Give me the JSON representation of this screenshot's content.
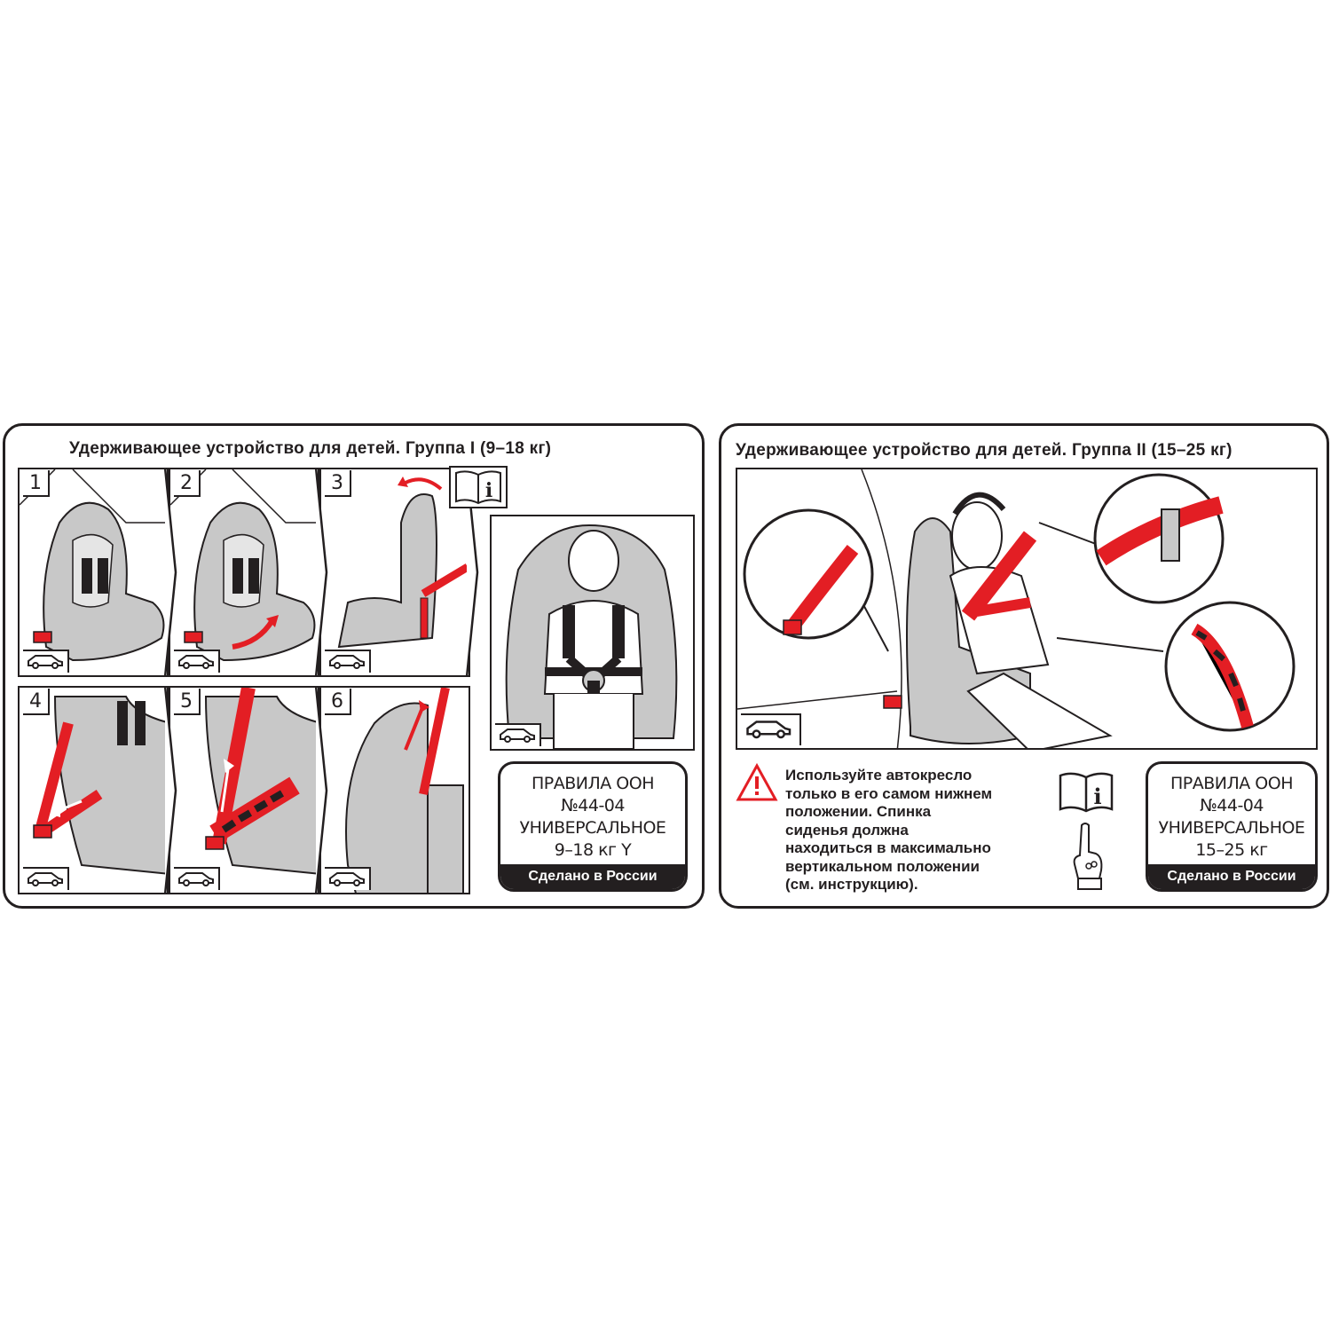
{
  "label_group1": {
    "title": "Удерживающее устройство для детей. Группа I (9–18 кг)",
    "steps": [
      "1",
      "2",
      "3",
      "4",
      "5",
      "6"
    ],
    "approval": {
      "line1": "ПРАВИЛА ООН",
      "line2": "№44-04",
      "line3": "УНИВЕРСАЛЬНОЕ",
      "line4": "9–18 кг Y",
      "made_in": "Сделано в России"
    }
  },
  "label_group2": {
    "title": "Удерживающее устройство для детей. Группа II (15–25 кг)",
    "warning": {
      "lines": [
        "Используйте автокресло",
        "только в его самом нижнем",
        "положении. Спинка",
        "сиденья должна",
        "находиться в максимально",
        "вертикальном положении",
        "(см. инструкцию)."
      ]
    },
    "approval": {
      "line1": "ПРАВИЛА ООН",
      "line2": "№44-04",
      "line3": "УНИВЕРСАЛЬНОЕ",
      "line4": "15–25 кг",
      "made_in": "Сделано в России"
    }
  },
  "colors": {
    "ink": "#231f20",
    "belt_red": "#e31e24",
    "seat_gray": "#c8c8c8"
  },
  "icons": [
    "car-icon",
    "manual-info-icon",
    "warning-triangle-icon",
    "hand-pointer-icon",
    "chevron-arrow-icon"
  ]
}
